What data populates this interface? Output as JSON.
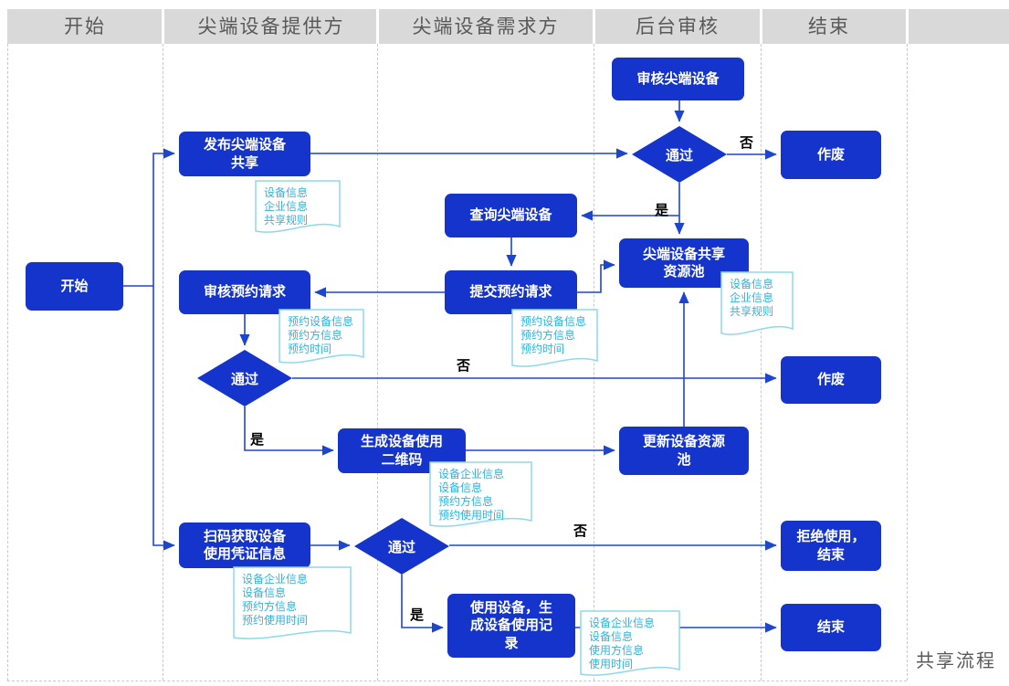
{
  "title": "共享流程",
  "lanes": [
    "开始",
    "尖端设备提供方",
    "尖端设备需求方",
    "后台审核",
    "结束"
  ],
  "nodes": {
    "start": "开始",
    "publish": "发布尖端设备\n共享",
    "review_equipment": "审核尖端设备",
    "decision": "通过",
    "void1": "作废",
    "query_equipment": "查询尖端设备",
    "submit_request": "提交预约请求",
    "review_request": "审核预约请求",
    "resource_pool": "尖端设备共享\n资源池",
    "void2": "作废",
    "generate_qr": "生成设备使用\n二维码",
    "update_pool": "更新设备资源\n池",
    "scan_code": "扫码获取设备\n使用凭证信息",
    "refuse": "拒绝使用，\n结束",
    "use_device": "使用设备，生\n成设备使用记\n录",
    "end": "结束"
  },
  "edge_labels": {
    "yes": "是",
    "no": "否"
  },
  "documents": {
    "publish_doc": [
      "设备信息",
      "企业信息",
      "共享规则"
    ],
    "review_request_doc": [
      "预约设备信息",
      "预约方信息",
      "预约时间"
    ],
    "submit_request_doc": [
      "预约设备信息",
      "预约方信息",
      "预约时间"
    ],
    "pool_doc": [
      "设备信息",
      "企业信息",
      "共享规则"
    ],
    "generate_qr_doc": [
      "设备企业信息",
      "设备信息",
      "预约方信息",
      "预约使用时间"
    ],
    "scan_code_doc": [
      "设备企业信息",
      "设备信息",
      "预约方信息",
      "预约使用时间"
    ],
    "use_device_doc": [
      "设备企业信息",
      "设备信息",
      "使用方信息",
      "使用时间"
    ]
  },
  "colors": {
    "node_blue": "#1434CB",
    "arrow_blue": "#1E45CD",
    "doc_border": "#8FD8EA",
    "doc_text": "#2FB4DC",
    "header_bg": "#D9D9D9",
    "header_text": "#595959"
  }
}
